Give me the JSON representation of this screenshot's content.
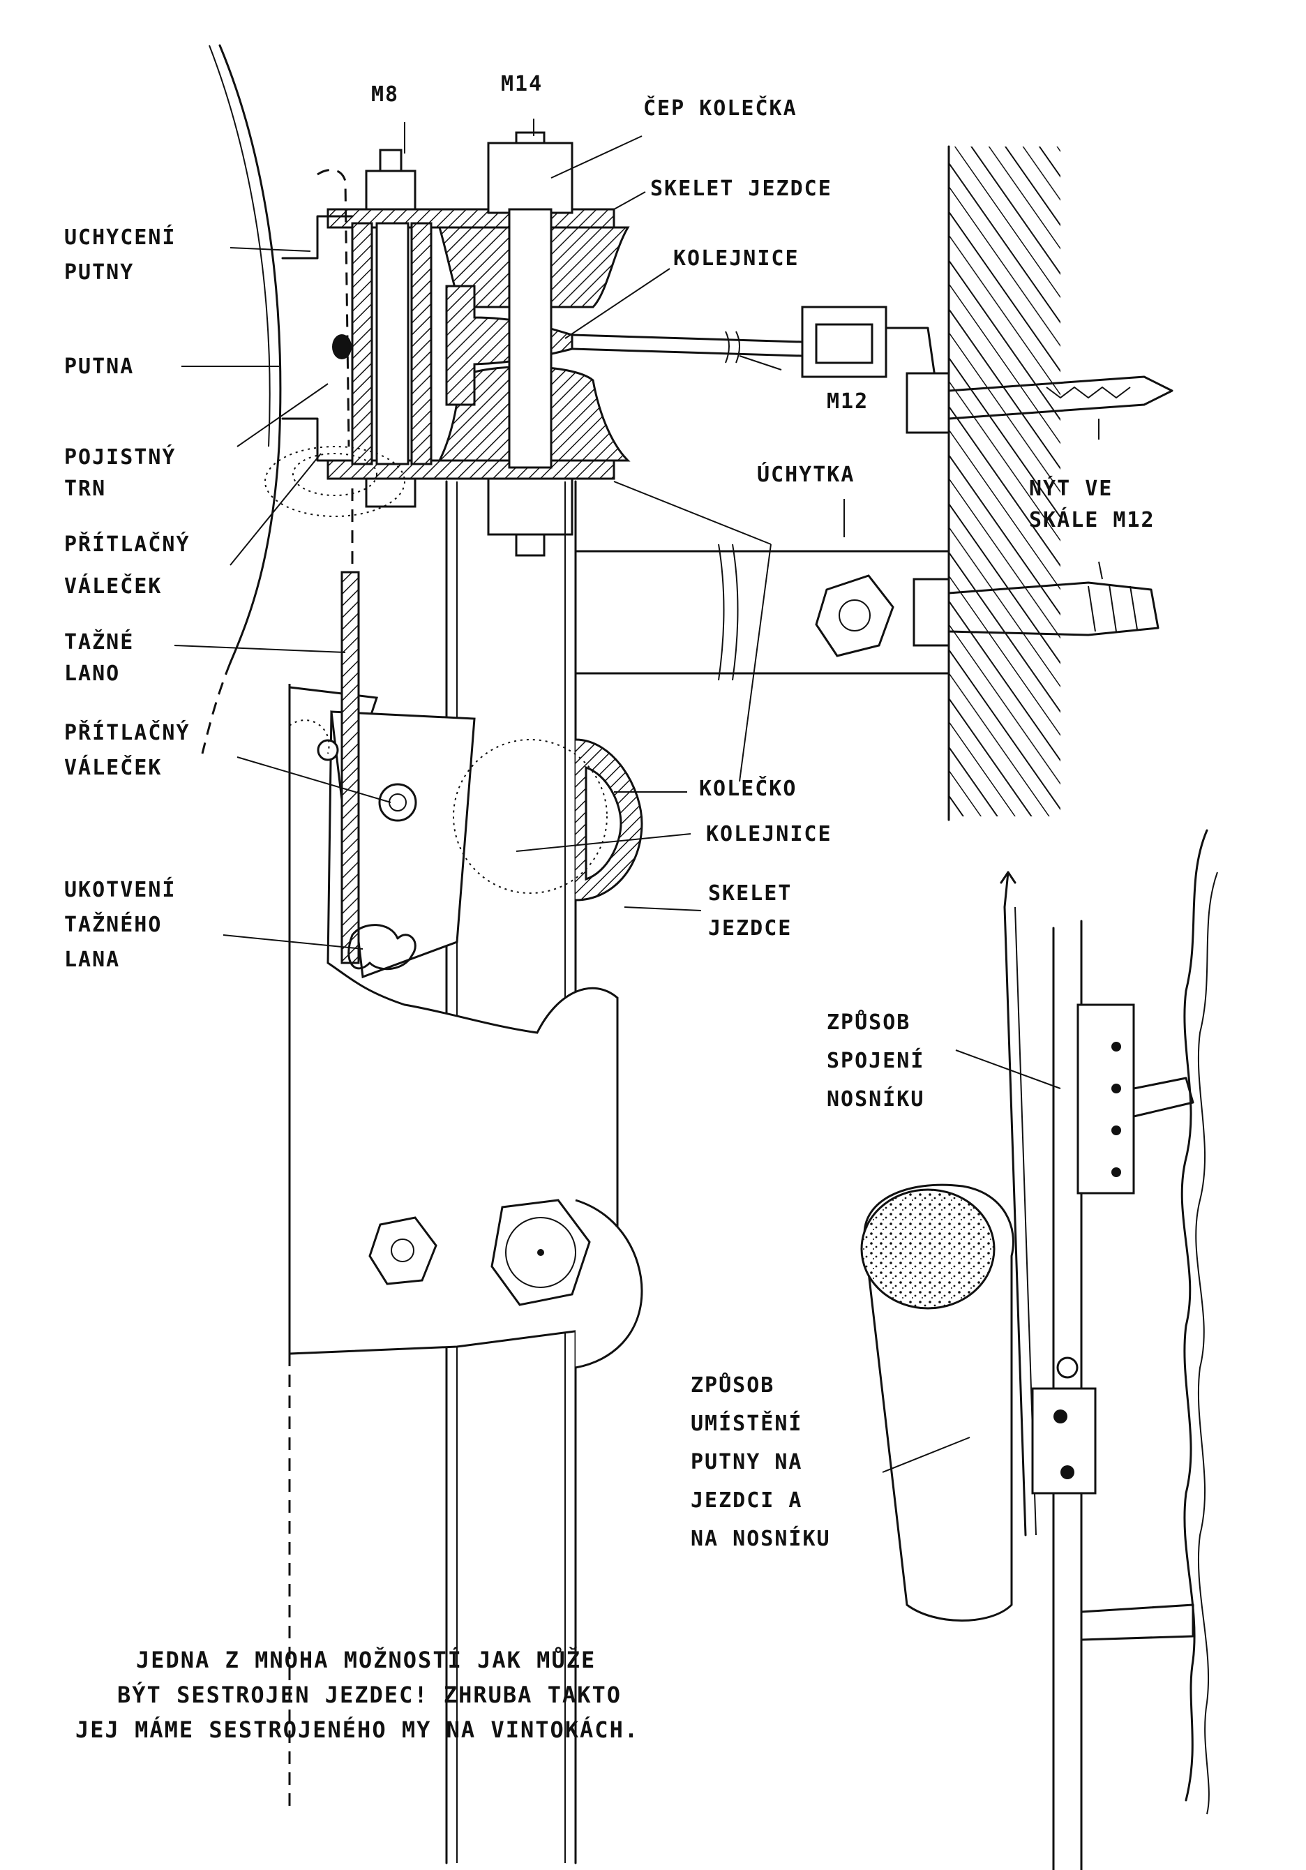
{
  "labels": {
    "m8": "M8",
    "m14": "M14",
    "cep_kolecka": "ČEP KOLEČKA",
    "skelet_jezdce_top": "SKELET JEZDCE",
    "uchyceni_putny_1": "UCHYCENÍ",
    "uchyceni_putny_2": "PUTNY",
    "kolejnice_top": "KOLEJNICE",
    "putna": "PUTNA",
    "m12": "M12",
    "pojistny_1": "POJISTNÝ",
    "pojistny_2": "TRN",
    "uchytka": "ÚCHYTKA",
    "nyt_1": "NÝT VE",
    "nyt_2": "SKÁLE M12",
    "pritlacny_a_1": "PŘÍTLAČNÝ",
    "pritlacny_a_2": "VÁLEČEK",
    "tazne_1": "TAŽNÉ",
    "tazne_2": "LANO",
    "pritlacny_b_1": "PŘÍTLAČNÝ",
    "pritlacny_b_2": "VÁLEČEK",
    "kolecko": "KOLEČKO",
    "kolejnice_mid": "KOLEJNICE",
    "ukotveni_1": "UKOTVENÍ",
    "ukotveni_2": "TAŽNÉHO",
    "ukotveni_3": "LANA",
    "skelet_mid_1": "SKELET",
    "skelet_mid_2": "JEZDCE",
    "zpusob_spojeni_1": "ZPŮSOB",
    "zpusob_spojeni_2": "SPOJENÍ",
    "zpusob_spojeni_3": "NOSNÍKU",
    "zpusob_umisteni_1": "ZPŮSOB",
    "zpusob_umisteni_2": "UMÍSTĚNÍ",
    "zpusob_umisteni_3": "PUTNY NA",
    "zpusob_umisteni_4": "JEZDCI A",
    "zpusob_umisteni_5": "NA NOSNÍKU"
  },
  "caption": {
    "line1": "JEDNA Z MNOHA MOŽNOSTÍ JAK MŮŽE",
    "line2": "BÝT SESTROJEN JEZDEC! ZHRUBA TAKTO",
    "line3": "JEJ MÁME SESTROJENÉHO MY NA VINTOKÁCH."
  }
}
